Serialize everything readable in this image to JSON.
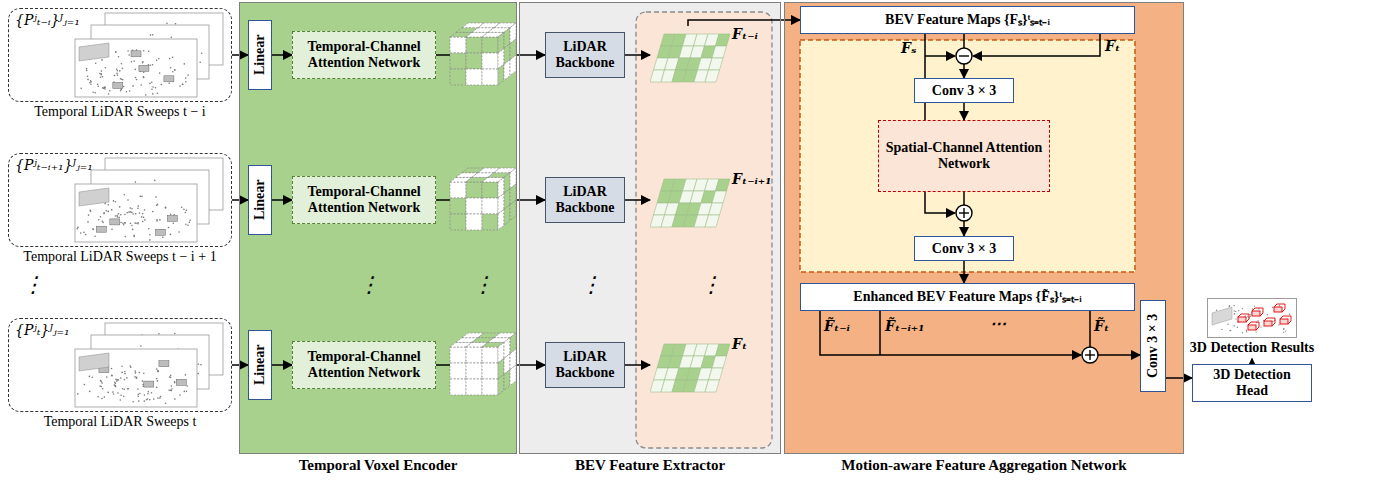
{
  "diagram": {
    "nodes": [
      {
        "text": [
          "{Pʲₜ₋ᵢ}ᴶⱼ₌₁",
          "Temporal LiDAR Sweeps t − i"
        ]
      },
      {
        "text": [
          "{Pʲₜ₋ᵢ₊₁}ᴶⱼ₌₁",
          "Temporal LiDAR Sweeps t − i + 1"
        ]
      },
      {
        "text": [
          "{Pʲₜ}ᴶⱼ₌₁",
          "Temporal LiDAR Sweeps t"
        ]
      },
      {
        "text": [
          "Temporal Voxel Encoder"
        ]
      },
      {
        "text": [
          "Linear"
        ],
        "in": 3
      },
      {
        "text": [
          "Linear"
        ],
        "in": 3
      },
      {
        "text": [
          "Linear"
        ],
        "in": 3
      },
      {
        "text": [
          "Temporal-Channel Attention Network"
        ],
        "in": 3
      },
      {
        "text": [
          "Temporal-Channel Attention Network"
        ],
        "in": 3
      },
      {
        "text": [
          "Temporal-Channel Attention Network"
        ],
        "in": 3
      },
      {
        "text": [
          "BEV Feature Extractor"
        ]
      },
      {
        "text": [
          "LiDAR Backbone"
        ],
        "in": 10
      },
      {
        "text": [
          "LiDAR Backbone"
        ],
        "in": 10
      },
      {
        "text": [
          "LiDAR Backbone"
        ],
        "in": 10
      },
      {
        "text": [
          "Fₜ₋ᵢ"
        ],
        "in": 10
      },
      {
        "text": [
          "Fₜ₋ᵢ₊₁"
        ],
        "in": 10
      },
      {
        "text": [
          "Fₜ"
        ],
        "in": 10
      },
      {
        "text": [
          "Motion-aware Feature Aggregation Network"
        ]
      },
      {
        "text": [
          "BEV Feature Maps {Fₛ}ᵗₛ₌ₜ₋ᵢ"
        ],
        "in": 17
      },
      {
        "text": [
          "Conv 3 × 3"
        ],
        "in": 17
      },
      {
        "text": [
          "Spatial-Channel Attention Network"
        ],
        "in": 17
      },
      {
        "text": [
          "Conv 3 × 3"
        ],
        "in": 17
      },
      {
        "text": [
          "Enhanced BEV Feature Maps {F̃ₛ}ᵗₛ₌ₜ₋ᵢ"
        ],
        "in": 17
      },
      {
        "text": [
          "Conv 3 × 3"
        ],
        "in": 17
      },
      {
        "text": [
          "3D Detection Head"
        ]
      },
      {
        "text": [
          "3D Detection Results"
        ]
      }
    ],
    "edges": [
      {
        "from": 0,
        "to": 4,
        "arrow": "to"
      },
      {
        "from": 1,
        "to": 5,
        "arrow": "to"
      },
      {
        "from": 2,
        "to": 6,
        "arrow": "to"
      },
      {
        "from": 4,
        "to": 7,
        "arrow": "to"
      },
      {
        "from": 5,
        "to": 8,
        "arrow": "to"
      },
      {
        "from": 6,
        "to": 9,
        "arrow": "to"
      },
      {
        "from": 7,
        "to": 11,
        "arrow": "to"
      },
      {
        "from": 8,
        "to": 12,
        "arrow": "to"
      },
      {
        "from": 9,
        "to": 13,
        "arrow": "to"
      },
      {
        "from": 11,
        "to": 14,
        "arrow": "to"
      },
      {
        "from": 12,
        "to": 15,
        "arrow": "to"
      },
      {
        "from": 13,
        "to": 16,
        "arrow": "to"
      },
      {
        "from": 14,
        "to": 18,
        "arrow": "to"
      },
      {
        "from": 18,
        "to": 19,
        "arrow": "to"
      },
      {
        "from": 19,
        "to": 20,
        "arrow": "to"
      },
      {
        "from": 20,
        "to": 21,
        "arrow": "to"
      },
      {
        "from": 21,
        "to": 22,
        "arrow": "to"
      },
      {
        "from": 22,
        "to": 23,
        "arrow": "to"
      },
      {
        "from": 23,
        "to": 24,
        "arrow": "to"
      },
      {
        "from": 24,
        "to": 25,
        "arrow": "to"
      }
    ],
    "labels": [
      "⋮",
      "⋮",
      "⋮",
      "⋮",
      "⋮",
      "Fₛ",
      "Fₜ",
      "F̃ₜ₋ᵢ",
      "F̃ₜ₋ᵢ₊₁",
      "⋯",
      "F̃ₜ"
    ]
  }
}
